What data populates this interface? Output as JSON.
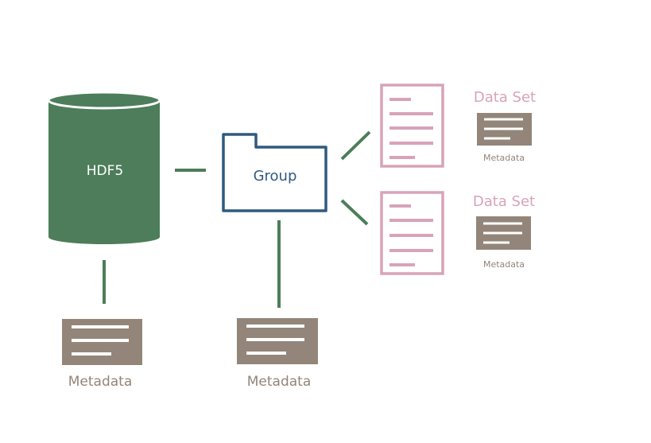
{
  "colors": {
    "hdf5": "#4d7d5a",
    "group": "#2f5a7e",
    "dataset": "#d8a3b8",
    "metadata": "#938579",
    "connector": "#4d7d5a",
    "white": "#ffffff"
  },
  "hdf5": {
    "label": "HDF5",
    "icon": "database-cylinder"
  },
  "group": {
    "label": "Group",
    "icon": "folder-icon"
  },
  "datasets": [
    {
      "title": "Data Set",
      "metadata_label": "Metadata",
      "icon": "document-icon"
    },
    {
      "title": "Data Set",
      "metadata_label": "Metadata",
      "icon": "document-icon"
    }
  ],
  "hdf5_metadata": {
    "label": "Metadata",
    "icon": "metadata-card-icon"
  },
  "group_metadata": {
    "label": "Metadata",
    "icon": "metadata-card-icon"
  }
}
